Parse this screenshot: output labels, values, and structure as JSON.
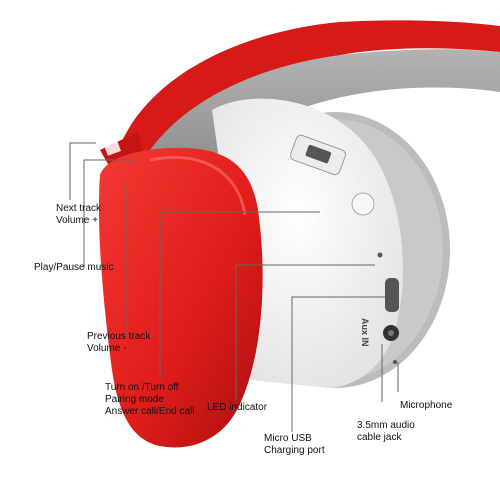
{
  "colors": {
    "shell_red": "#e8201e",
    "shell_dark_red": "#b81412",
    "band_gray": "#9a9a9a",
    "cushion_gray": "#bdbdbd",
    "inner_white": "#f4f4f4",
    "leader_line": "#666666"
  },
  "ports": {
    "aux_in": "Aux IN"
  },
  "labels": {
    "next_track": [
      "Next  track",
      "Volume +"
    ],
    "play_pause": [
      "Play/Pause music"
    ],
    "previous_track": [
      "Previous track",
      "Volume -"
    ],
    "power": [
      "Turn on /Turn off",
      "Pairing mode",
      "Answer call/End call"
    ],
    "led": [
      "LED indicator"
    ],
    "micro_usb": [
      "Micro USB",
      "Charging port"
    ],
    "aux_jack": [
      "3.5mm audio",
      "cable jack"
    ],
    "microphone": [
      "Microphone"
    ]
  }
}
